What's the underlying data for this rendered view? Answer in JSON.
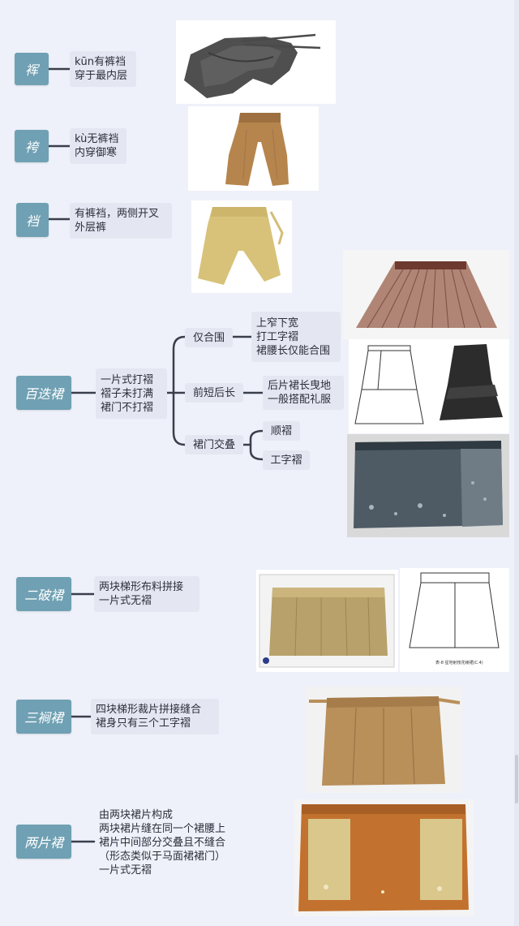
{
  "sections": [
    {
      "id": "kun",
      "title": "裈",
      "lines": [
        "kūn有裤裆",
        "穿于最内层"
      ]
    },
    {
      "id": "ku",
      "title": "袴",
      "lines": [
        "kù无裤裆",
        "内穿御寒"
      ]
    },
    {
      "id": "dang",
      "title": "裆",
      "lines": [
        "有裤裆，两侧开叉",
        "外层裤"
      ]
    },
    {
      "id": "baidie",
      "title": "百迭裙",
      "lines": [
        "一片式打褶",
        "褶子未打满",
        "裙门不打褶"
      ],
      "branches": [
        {
          "label": "仅合围",
          "details": [
            "上窄下宽",
            "打工字褶",
            "裙腰长仅能合围"
          ]
        },
        {
          "label": "前短后长",
          "details": [
            "后片裙长曳地",
            "一般搭配礼服"
          ]
        },
        {
          "label": "裙门交叠",
          "subs": [
            "顺褶",
            "工字褶"
          ]
        }
      ]
    },
    {
      "id": "erpo",
      "title": "二破裙",
      "lines": [
        "两块梯形布料拼接",
        "一片式无褶"
      ]
    },
    {
      "id": "sanjian",
      "title": "三裥裙",
      "lines": [
        "四块梯形裁片拼接缝合",
        "裙身只有三个工字褶"
      ]
    },
    {
      "id": "liangpian",
      "title": "两片裙",
      "lines": [
        "由两块裙片构成",
        "两块裙片缝在同一个裙腰上",
        "裙片中间部分交叠且不缝合",
        "（形态类似于马面裙裙门）",
        "一片式无褶"
      ]
    }
  ],
  "figure_caption": "表-8 星地射枝花绫裙(C.4)"
}
